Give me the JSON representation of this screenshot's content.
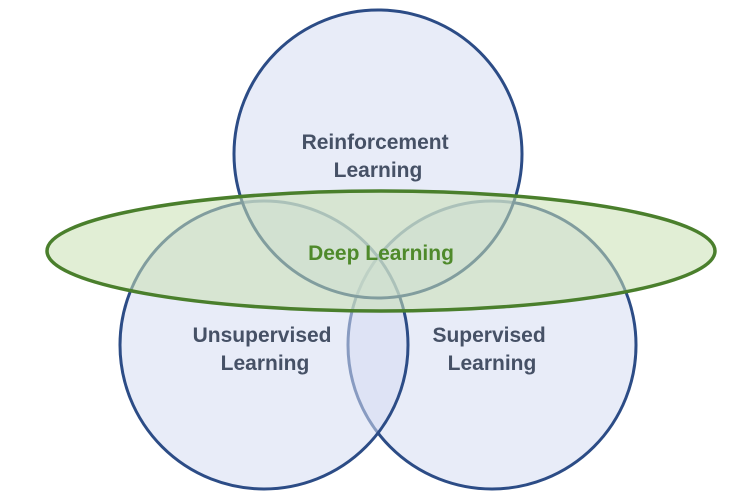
{
  "diagram": {
    "sets": {
      "reinforcement": {
        "line1": "Reinforcement",
        "line2": "Learning"
      },
      "unsupervised": {
        "line1": "Unsupervised",
        "line2": "Learning"
      },
      "supervised": {
        "line1": "Supervised",
        "line2": "Learning"
      },
      "deep": {
        "label": "Deep Learning"
      }
    },
    "colors": {
      "circle_fill": "#d6ddf2",
      "circle_stroke": "#2c4c86",
      "ellipse_fill": "#c9e0b2",
      "ellipse_stroke": "#4a7f2c",
      "circle_text": "#465166",
      "ellipse_text": "#4f8a2b"
    }
  }
}
